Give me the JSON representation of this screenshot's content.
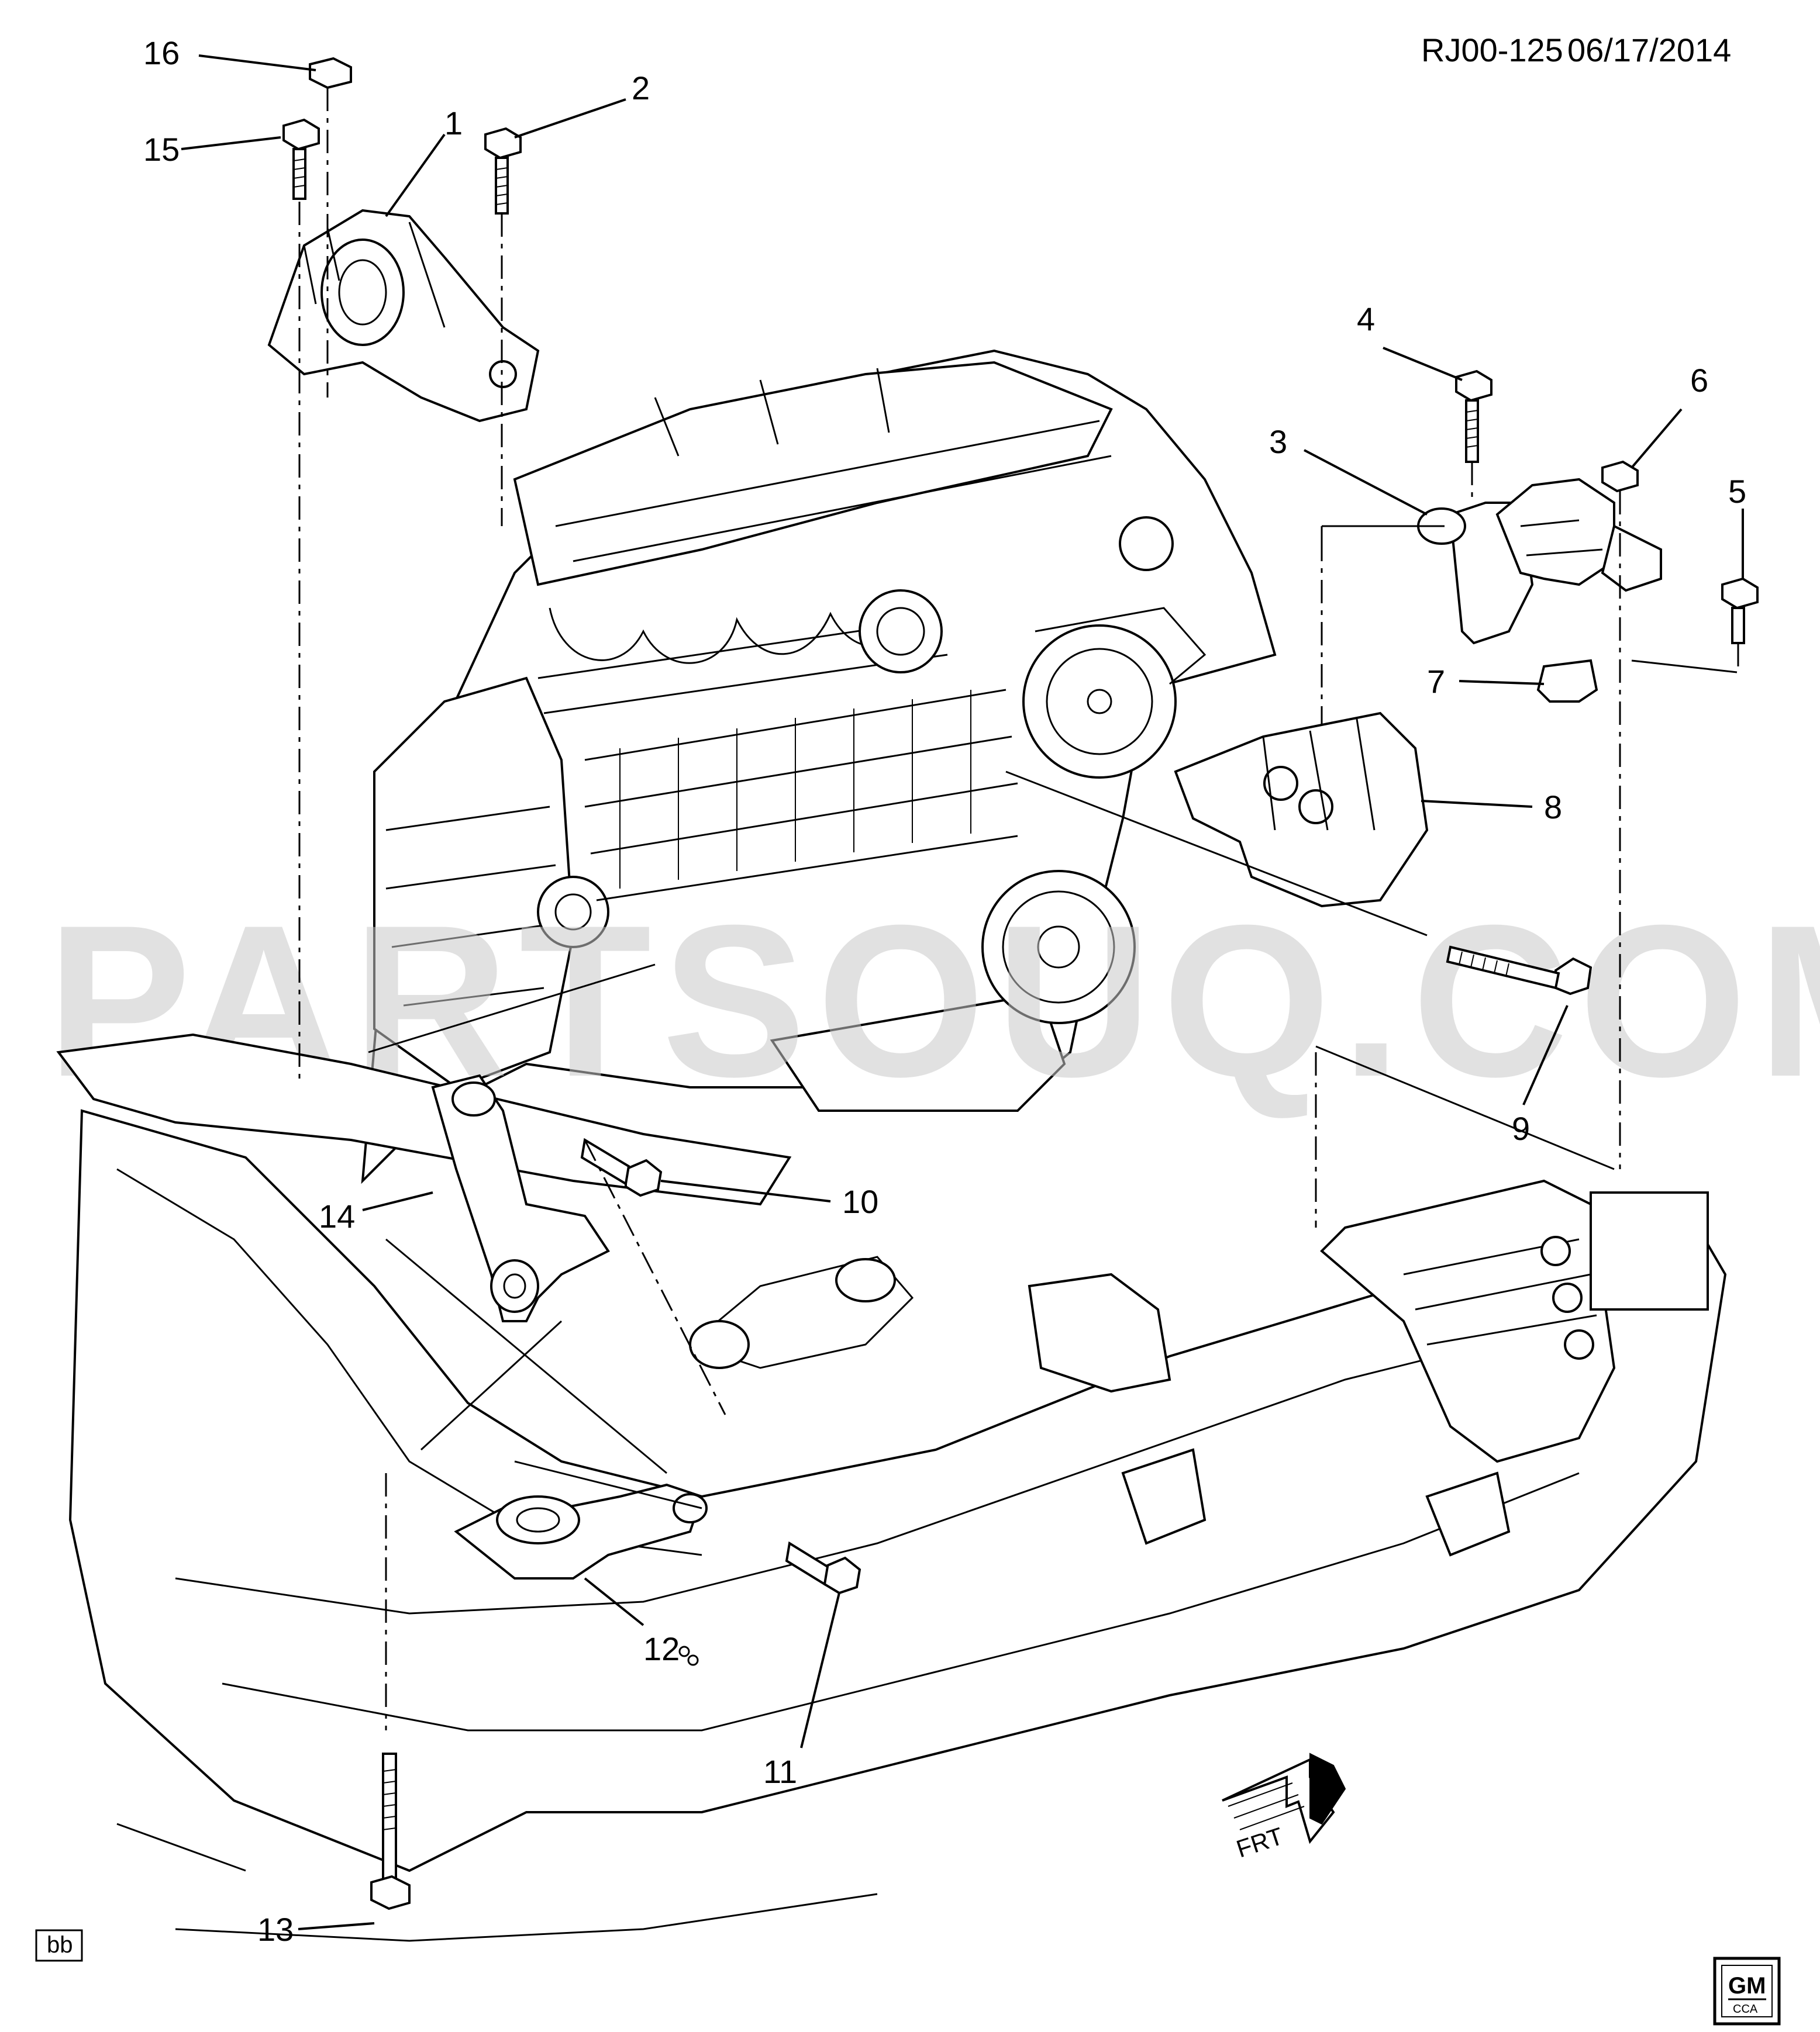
{
  "header": {
    "doc_id": "RJ00-125",
    "date": "06/17/2014"
  },
  "watermark": "PARTSOUQ.COM",
  "callouts": {
    "c1": "1",
    "c2": "2",
    "c3": "3",
    "c4": "4",
    "c5": "5",
    "c6": "6",
    "c7": "7",
    "c8": "8",
    "c9": "9",
    "c10": "10",
    "c11": "11",
    "c12": "12",
    "c13": "13",
    "c14": "14",
    "c15": "15",
    "c16": "16"
  },
  "footer": {
    "box_label": "bb",
    "logo_top": "GM",
    "logo_bottom": "CCA",
    "direction_label": "FRT"
  }
}
